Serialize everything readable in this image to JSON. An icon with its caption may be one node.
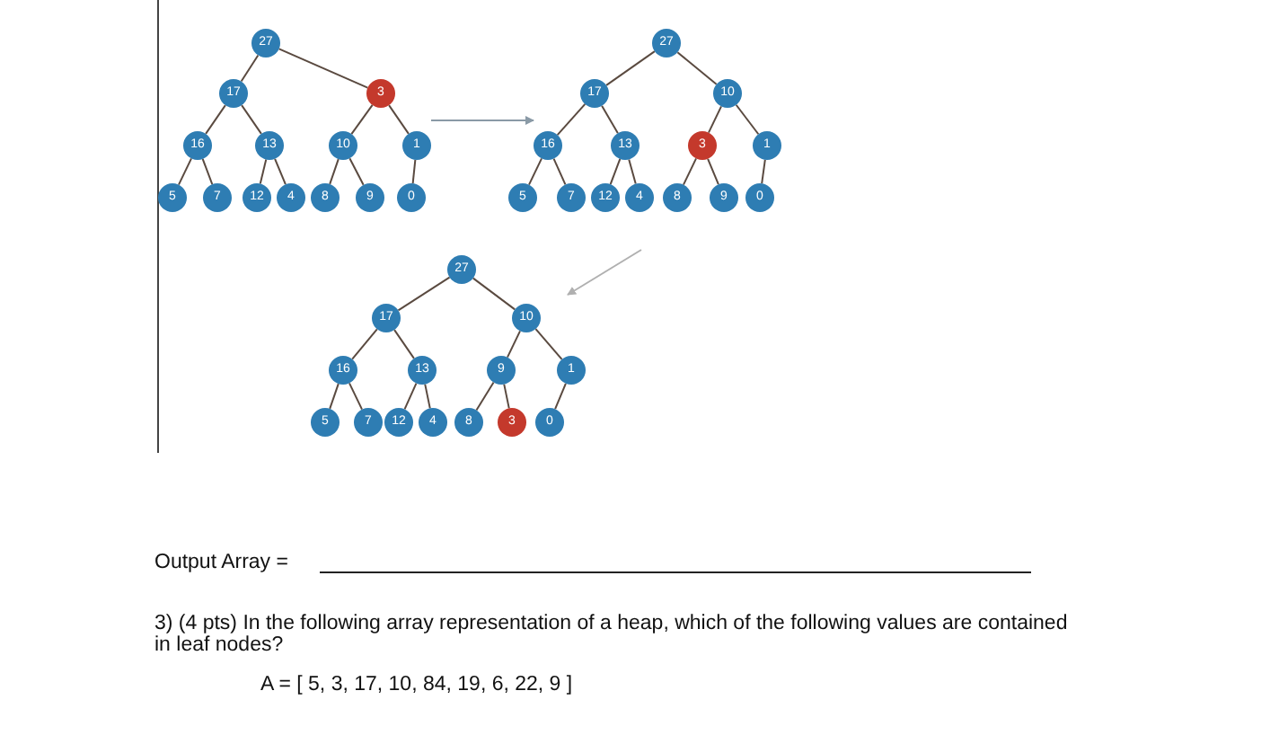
{
  "diagram": {
    "nodes": [
      {
        "text": [
          "27"
        ]
      },
      {
        "text": [
          "17"
        ]
      },
      {
        "text": [
          "3"
        ]
      },
      {
        "text": [
          "16"
        ]
      },
      {
        "text": [
          "13"
        ]
      },
      {
        "text": [
          "10"
        ]
      },
      {
        "text": [
          "1"
        ]
      },
      {
        "text": [
          "5"
        ]
      },
      {
        "text": [
          "7"
        ]
      },
      {
        "text": [
          "12"
        ]
      },
      {
        "text": [
          "4"
        ]
      },
      {
        "text": [
          "8"
        ]
      },
      {
        "text": [
          "9"
        ]
      },
      {
        "text": [
          "0"
        ]
      },
      {
        "text": [
          "27"
        ]
      },
      {
        "text": [
          "17"
        ]
      },
      {
        "text": [
          "10"
        ]
      },
      {
        "text": [
          "16"
        ]
      },
      {
        "text": [
          "13"
        ]
      },
      {
        "text": [
          "3"
        ]
      },
      {
        "text": [
          "1"
        ]
      },
      {
        "text": [
          "5"
        ]
      },
      {
        "text": [
          "7"
        ]
      },
      {
        "text": [
          "12"
        ]
      },
      {
        "text": [
          "4"
        ]
      },
      {
        "text": [
          "8"
        ]
      },
      {
        "text": [
          "9"
        ]
      },
      {
        "text": [
          "0"
        ]
      },
      {
        "text": [
          "27"
        ]
      },
      {
        "text": [
          "17"
        ]
      },
      {
        "text": [
          "10"
        ]
      },
      {
        "text": [
          "16"
        ]
      },
      {
        "text": [
          "13"
        ]
      },
      {
        "text": [
          "9"
        ]
      },
      {
        "text": [
          "1"
        ]
      },
      {
        "text": [
          "5"
        ]
      },
      {
        "text": [
          "7"
        ]
      },
      {
        "text": [
          "12"
        ]
      },
      {
        "text": [
          "4"
        ]
      },
      {
        "text": [
          "8"
        ]
      },
      {
        "text": [
          "3"
        ]
      },
      {
        "text": [
          "0"
        ]
      }
    ],
    "edges": [
      {
        "from": 0,
        "to": 1,
        "arrow": "none"
      },
      {
        "from": 0,
        "to": 2,
        "arrow": "none"
      },
      {
        "from": 1,
        "to": 3,
        "arrow": "none"
      },
      {
        "from": 1,
        "to": 4,
        "arrow": "none"
      },
      {
        "from": 2,
        "to": 5,
        "arrow": "none"
      },
      {
        "from": 2,
        "to": 6,
        "arrow": "none"
      },
      {
        "from": 3,
        "to": 7,
        "arrow": "none"
      },
      {
        "from": 3,
        "to": 8,
        "arrow": "none"
      },
      {
        "from": 4,
        "to": 9,
        "arrow": "none"
      },
      {
        "from": 4,
        "to": 10,
        "arrow": "none"
      },
      {
        "from": 5,
        "to": 11,
        "arrow": "none"
      },
      {
        "from": 5,
        "to": 12,
        "arrow": "none"
      },
      {
        "from": 6,
        "to": 13,
        "arrow": "none"
      },
      {
        "from": 14,
        "to": 15,
        "arrow": "none"
      },
      {
        "from": 14,
        "to": 16,
        "arrow": "none"
      },
      {
        "from": 15,
        "to": 17,
        "arrow": "none"
      },
      {
        "from": 15,
        "to": 18,
        "arrow": "none"
      },
      {
        "from": 16,
        "to": 19,
        "arrow": "none"
      },
      {
        "from": 16,
        "to": 20,
        "arrow": "none"
      },
      {
        "from": 17,
        "to": 21,
        "arrow": "none"
      },
      {
        "from": 17,
        "to": 22,
        "arrow": "none"
      },
      {
        "from": 18,
        "to": 23,
        "arrow": "none"
      },
      {
        "from": 18,
        "to": 24,
        "arrow": "none"
      },
      {
        "from": 19,
        "to": 25,
        "arrow": "none"
      },
      {
        "from": 19,
        "to": 26,
        "arrow": "none"
      },
      {
        "from": 20,
        "to": 27,
        "arrow": "none"
      },
      {
        "from": 28,
        "to": 29,
        "arrow": "none"
      },
      {
        "from": 28,
        "to": 30,
        "arrow": "none"
      },
      {
        "from": 29,
        "to": 31,
        "arrow": "none"
      },
      {
        "from": 29,
        "to": 32,
        "arrow": "none"
      },
      {
        "from": 30,
        "to": 33,
        "arrow": "none"
      },
      {
        "from": 30,
        "to": 34,
        "arrow": "none"
      },
      {
        "from": 31,
        "to": 35,
        "arrow": "none"
      },
      {
        "from": 31,
        "to": 36,
        "arrow": "none"
      },
      {
        "from": 32,
        "to": 37,
        "arrow": "none"
      },
      {
        "from": 32,
        "to": 38,
        "arrow": "none"
      },
      {
        "from": 33,
        "to": 39,
        "arrow": "none"
      },
      {
        "from": 33,
        "to": 40,
        "arrow": "none"
      },
      {
        "from": 34,
        "to": 41,
        "arrow": "none"
      },
      {
        "from": 6,
        "to": 17,
        "arrow": "to",
        "color": "#8a9aa6"
      },
      {
        "from": null,
        "to": 30,
        "arrow": "to",
        "color": "#b0b0b0"
      }
    ],
    "labels": [
      "Output Array =",
      "3) (4 pts) In the following array representation of a heap, which of the following values are contained in leaf nodes?",
      "A = [ 5, 3, 17, 10, 84, 19, 6, 22, 9 ]"
    ]
  }
}
